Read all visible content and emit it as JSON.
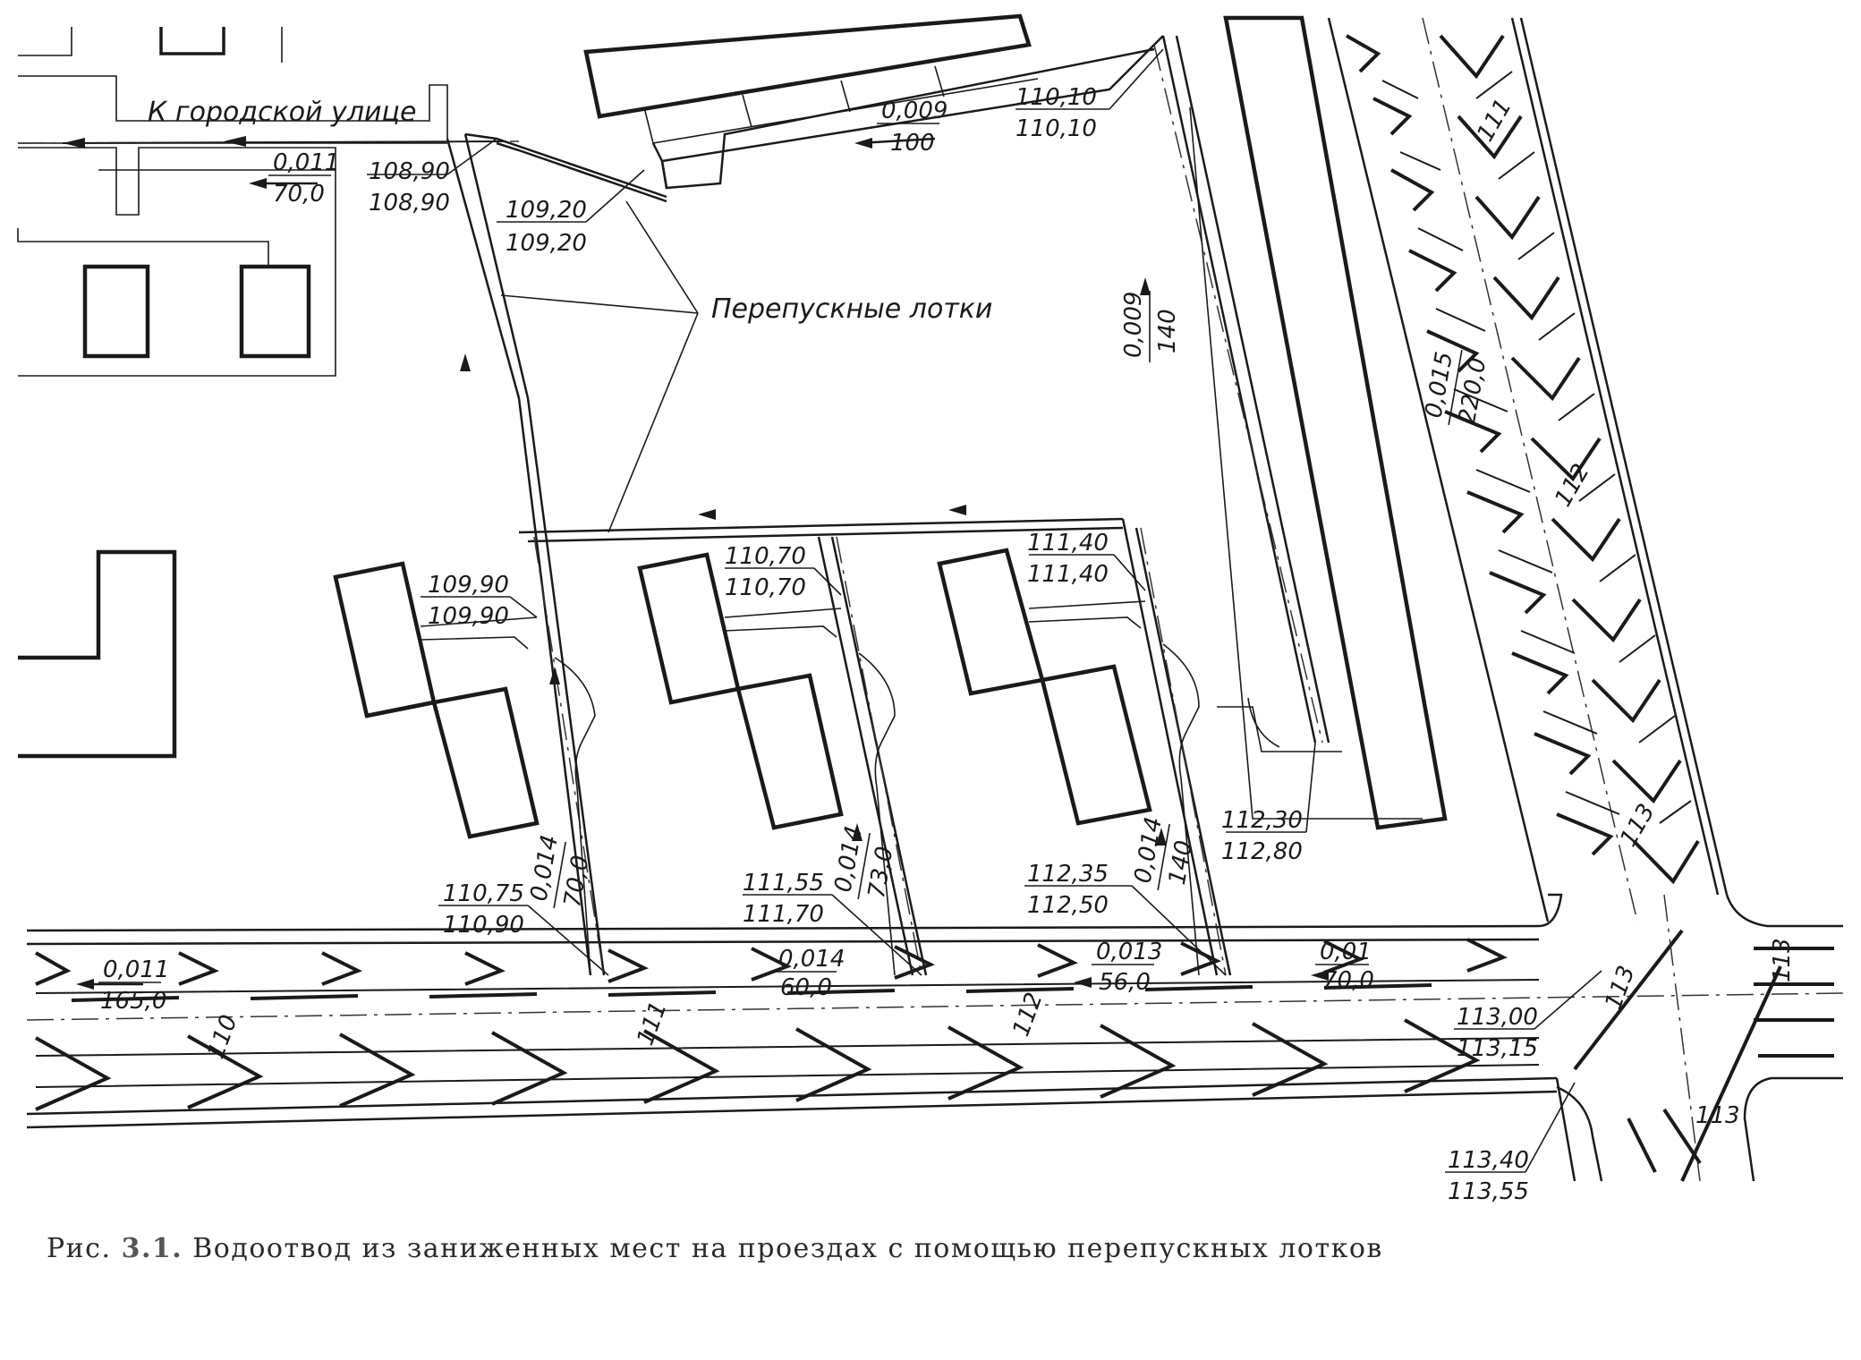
{
  "street_label": "К городской улице",
  "annotation": "Перепускные лотки",
  "caption": {
    "prefix": "Рис.",
    "number": "3.1.",
    "text": "Водоотвод из заниженных мест на проездах с помощью перепускных лотков"
  },
  "slopes": [
    {
      "slope": "0,011",
      "length": "70,0"
    },
    {
      "slope": "0,009",
      "length": "100"
    },
    {
      "slope": "0,009",
      "length": "140"
    },
    {
      "slope": "0,015",
      "length": "220,0"
    },
    {
      "slope": "0,014",
      "length": "70,0"
    },
    {
      "slope": "0,014",
      "length": "73,0"
    },
    {
      "slope": "0,014",
      "length": "140"
    },
    {
      "slope": "0,011",
      "length": "165,0"
    },
    {
      "slope": "0,014",
      "length": "60,0"
    },
    {
      "slope": "0,013",
      "length": "56,0"
    },
    {
      "slope": "0,01",
      "length": "70,0"
    }
  ],
  "elevations": [
    {
      "top": "108,90",
      "bottom": "108,90"
    },
    {
      "top": "109,20",
      "bottom": "109,20"
    },
    {
      "top": "110,10",
      "bottom": "110,10"
    },
    {
      "top": "109,90",
      "bottom": "109,90"
    },
    {
      "top": "110,70",
      "bottom": "110,70"
    },
    {
      "top": "111,40",
      "bottom": "111,40"
    },
    {
      "top": "112,30",
      "bottom": "112,80"
    },
    {
      "top": "110,75",
      "bottom": "110,90"
    },
    {
      "top": "111,55",
      "bottom": "111,70"
    },
    {
      "top": "112,35",
      "bottom": "112,50"
    },
    {
      "top": "113,00",
      "bottom": "113,15"
    },
    {
      "top": "113,40",
      "bottom": "113,55"
    }
  ],
  "contours": [
    "110",
    "111",
    "112",
    "111",
    "112",
    "113",
    "113",
    "113",
    "113"
  ]
}
